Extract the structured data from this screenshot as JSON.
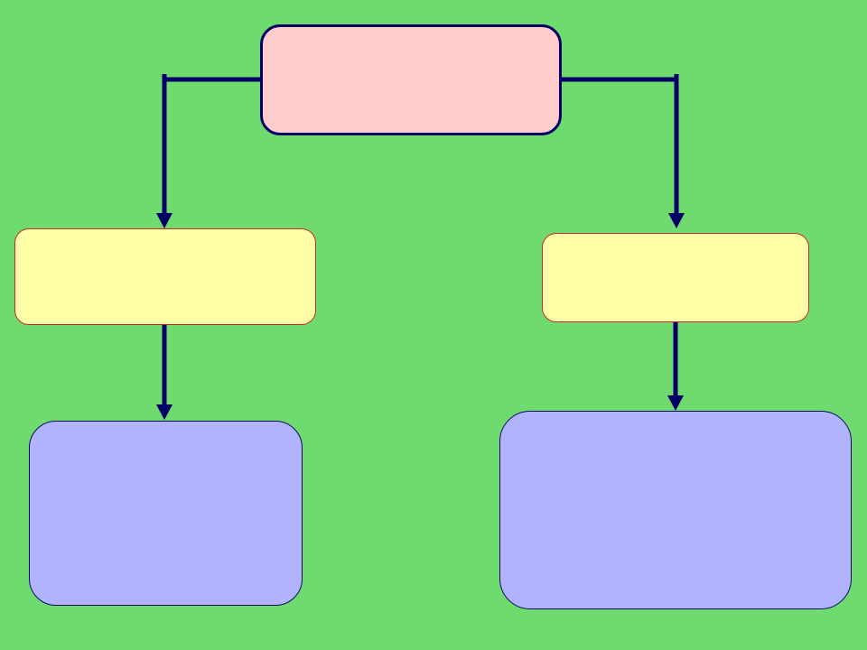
{
  "diagram": {
    "background_color": "#6fdb6f",
    "nodes": {
      "top": {
        "label": "",
        "color": "#ffcccc"
      },
      "left_mid": {
        "label": "",
        "color": "#ffffa8"
      },
      "right_mid": {
        "label": "",
        "color": "#ffffa8"
      },
      "left_bottom": {
        "label": "",
        "color": "#b2b3ff"
      },
      "right_bottom": {
        "label": "",
        "color": "#b2b3ff"
      }
    },
    "connector_color": "#000066",
    "edges": [
      {
        "from": "top",
        "to": "left_mid"
      },
      {
        "from": "top",
        "to": "right_mid"
      },
      {
        "from": "left_mid",
        "to": "left_bottom"
      },
      {
        "from": "right_mid",
        "to": "right_bottom"
      }
    ]
  }
}
